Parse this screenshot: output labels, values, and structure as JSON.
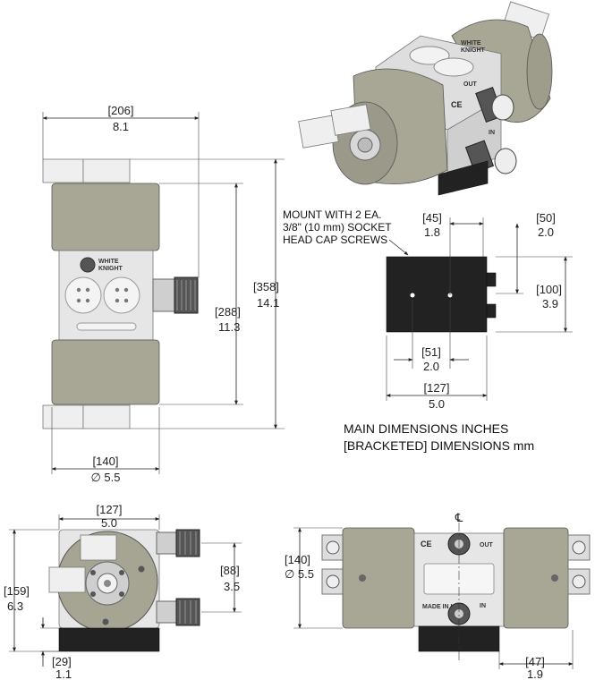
{
  "brand": {
    "line1": "WHITE",
    "line2": "KNIGHT"
  },
  "front_view": {
    "width_in": {
      "mm": "[206]",
      "in": "8.1"
    },
    "height_total": {
      "mm": "[358]",
      "in": "14.1"
    },
    "height_body": {
      "mm": "[288]",
      "in": "11.3"
    },
    "diameter": {
      "mm": "[140]",
      "in": "∅ 5.5"
    }
  },
  "mount_note": {
    "l1": "MOUNT WITH 2 EA.",
    "l2": "3/8\" (10 mm) SOCKET",
    "l3": "HEAD CAP SCREWS"
  },
  "base_view": {
    "d45": {
      "mm": "[45]",
      "in": "1.8"
    },
    "d50": {
      "mm": "[50]",
      "in": "2.0"
    },
    "d100": {
      "mm": "[100]",
      "in": "3.9"
    },
    "d51": {
      "mm": "[51]",
      "in": "2.0"
    },
    "d127": {
      "mm": "[127]",
      "in": "5.0"
    }
  },
  "units_note": {
    "l1": "MAIN DIMENSIONS INCHES",
    "l2": "[BRACKETED] DIMENSIONS mm"
  },
  "side_view": {
    "d127": {
      "mm": "[127]",
      "in": "5.0"
    },
    "d159": {
      "mm": "[159]",
      "in": "6.3"
    },
    "d88": {
      "mm": "[88]",
      "in": "3.5"
    },
    "d29": {
      "mm": "[29]",
      "in": "1.1"
    }
  },
  "top_view": {
    "d140": {
      "mm": "[140]",
      "in": "∅ 5.5"
    },
    "d47": {
      "mm": "[47]",
      "in": "1.9"
    },
    "centerline": "℄",
    "ce": "CE",
    "out": "OUT",
    "in": "IN",
    "made_in": "MADE IN USA"
  }
}
